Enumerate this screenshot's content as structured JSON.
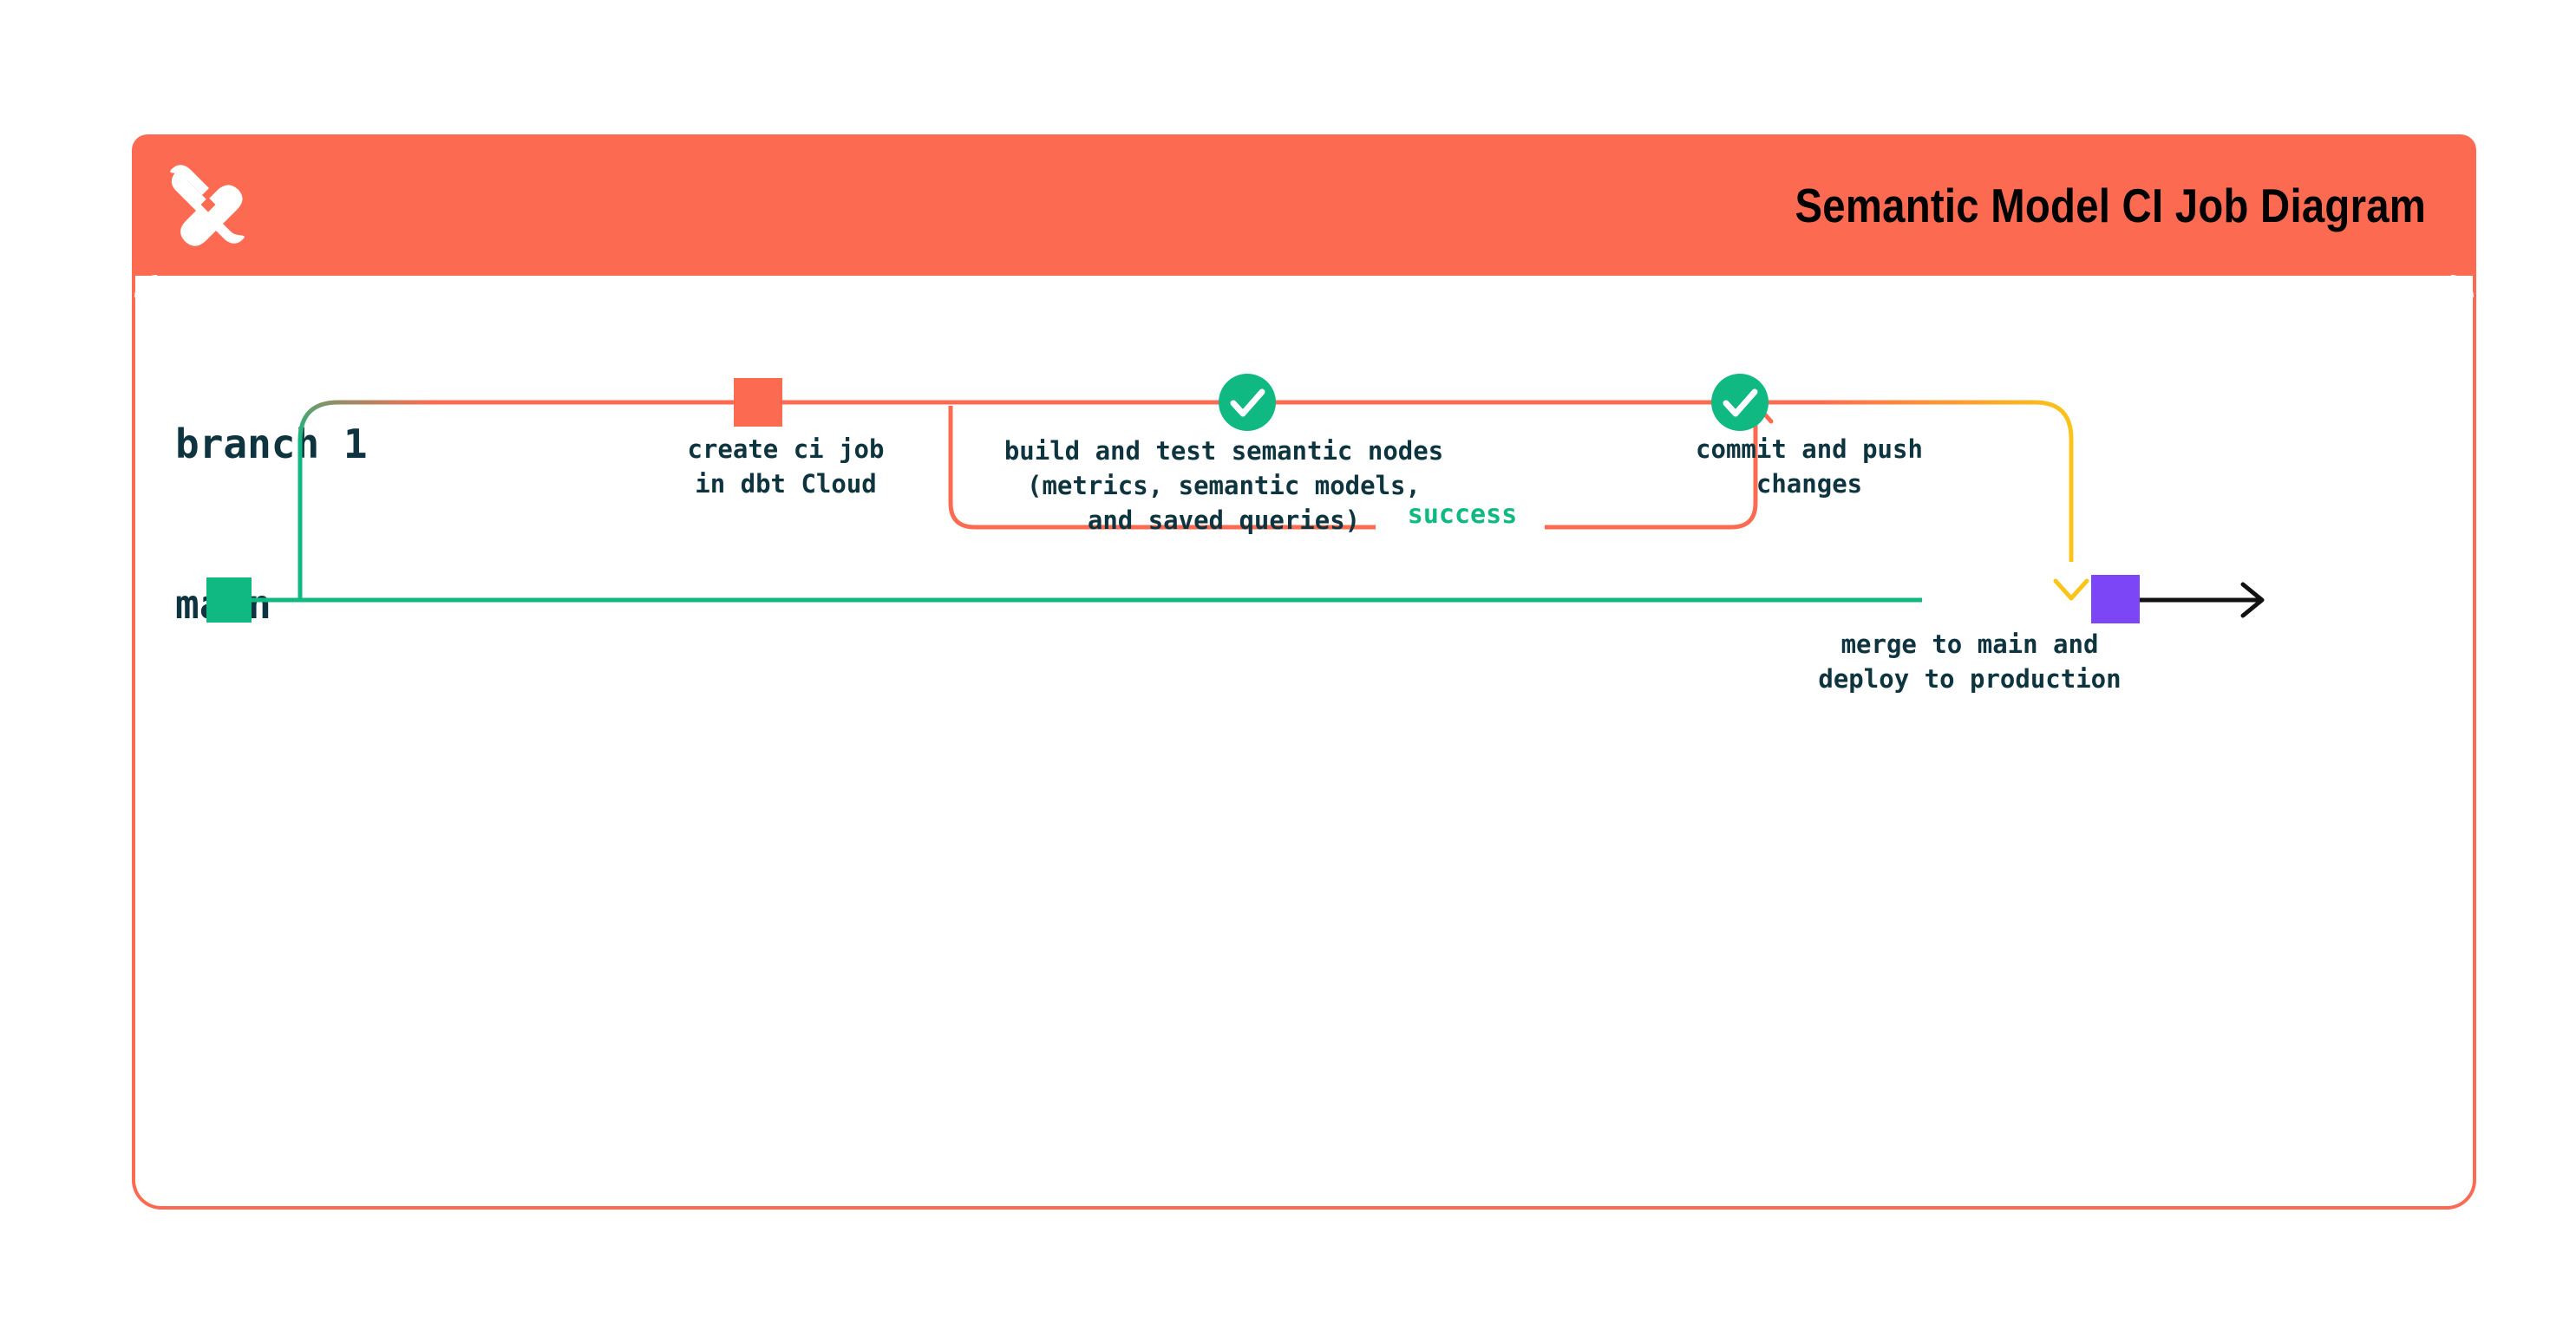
{
  "header": {
    "title": "Semantic Model CI Job Diagram",
    "logo_icon": "dbt-logo-icon",
    "bar_color": "#FC6B51",
    "title_color": "#000000"
  },
  "frame": {
    "border_color": "#FC6B51",
    "background": "#ffffff"
  },
  "diagram": {
    "type": "git-branch-flow",
    "lanes": [
      {
        "id": "branch",
        "label": "branch 1",
        "color": "#0E3440"
      },
      {
        "id": "main",
        "label": "main",
        "color": "#0E3440"
      }
    ],
    "nodes": [
      {
        "id": "create-ci-job",
        "caption": "create ci job\nin dbt Cloud",
        "marker": "square",
        "marker_color": "#FC6B51",
        "lane": "branch"
      },
      {
        "id": "build-and-test",
        "caption": "build and test semantic nodes\n(metrics, semantic models,\nand saved queries)",
        "marker": "check-circle",
        "marker_color": "#10B981",
        "lane": "branch"
      },
      {
        "id": "commit-and-push",
        "caption": "commit and push\nchanges",
        "marker": "check-circle",
        "marker_color": "#10B981",
        "lane": "branch"
      },
      {
        "id": "merge-to-main",
        "caption": "merge to main and\ndeploy to production",
        "marker": "square",
        "marker_color": "#7C45F5",
        "lane": "main"
      }
    ],
    "edge_labels": [
      {
        "id": "success",
        "text": "success",
        "color": "#10B981"
      }
    ],
    "colors": {
      "orange": "#FC6B51",
      "teal": "#10B981",
      "yellow": "#FAC419",
      "purple": "#7C45F5",
      "black": "#111111",
      "text_dark": "#0E3440"
    },
    "main_start_marker_color": "#10B981",
    "terminal_arrow_color": "#111111"
  }
}
